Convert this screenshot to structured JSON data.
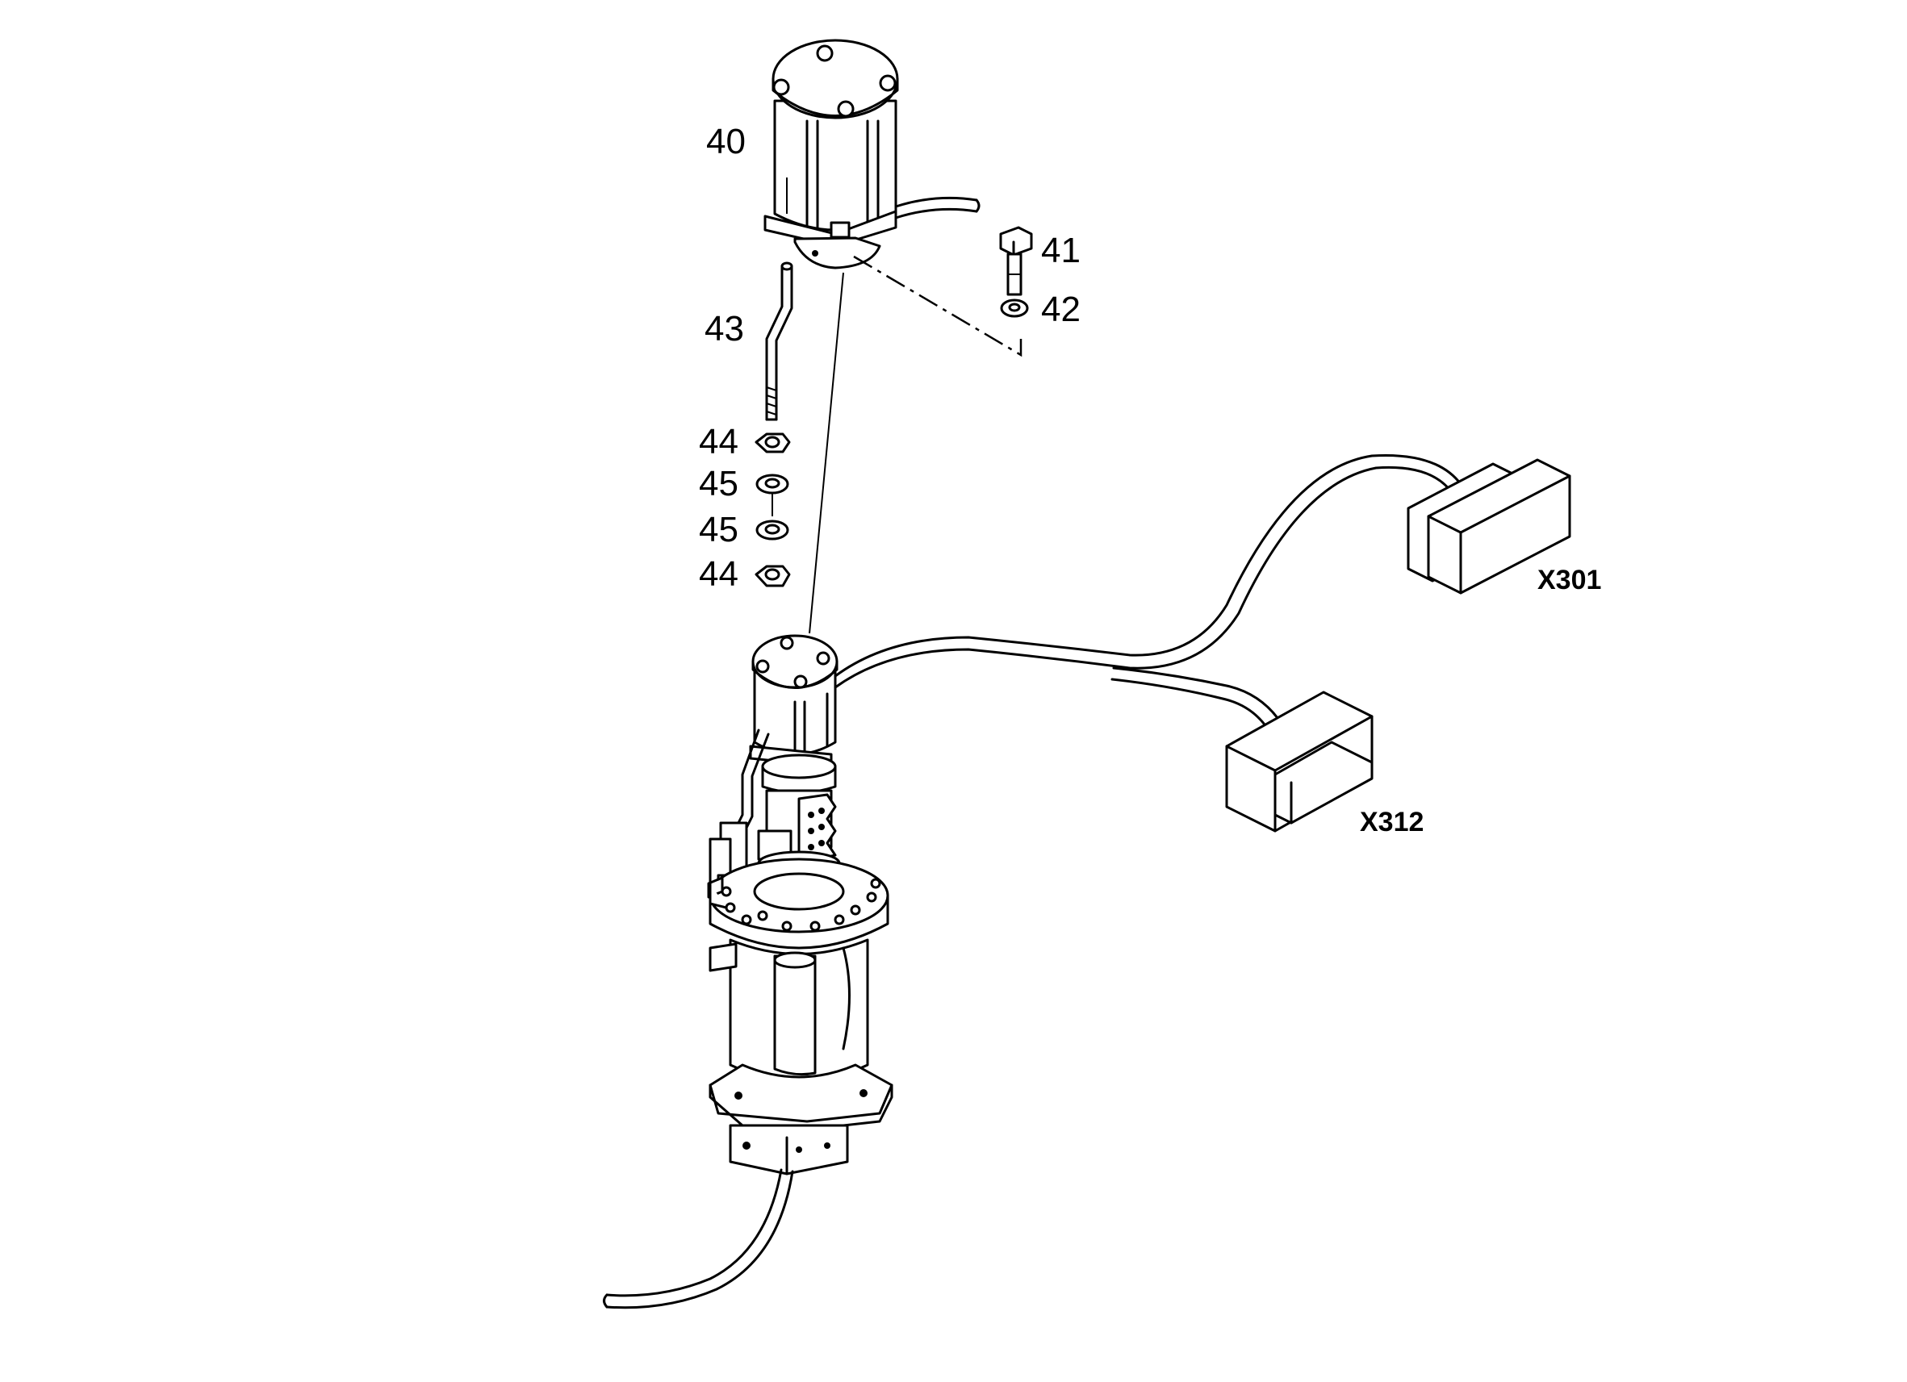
{
  "callouts": {
    "c40": "40",
    "c41": "41",
    "c42": "42",
    "c43": "43",
    "c44a": "44",
    "c45a": "45",
    "c45b": "45",
    "c44b": "44"
  },
  "connectors": {
    "x301": "X301",
    "x312": "X312"
  }
}
